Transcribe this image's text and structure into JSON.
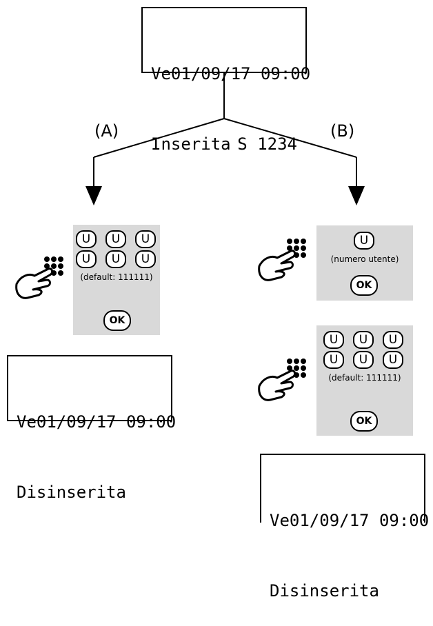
{
  "top_display": {
    "line1": "Ve01/09/17 09:00",
    "line2_left": "Inserita",
    "line2_right": "S 1234"
  },
  "branches": {
    "a": {
      "label": "(A)",
      "keypad": {
        "key": "U",
        "caption": "(default: 111111)",
        "ok": "OK"
      },
      "display": {
        "line1": "Ve01/09/17 09:00",
        "line2": "Disinserita"
      }
    },
    "b": {
      "label": "(B)",
      "user_keypad": {
        "key": "U",
        "caption": "(numero utente)",
        "ok": "OK"
      },
      "code_keypad": {
        "key": "U",
        "caption": "(default: 111111)",
        "ok": "OK"
      },
      "display": {
        "line1": "Ve01/09/17 09:00",
        "line2": "Disinserita"
      }
    }
  },
  "icons": [
    "hand-keypad-icon"
  ],
  "colors": {
    "panel": "#d9d9d9",
    "line": "#000000"
  }
}
